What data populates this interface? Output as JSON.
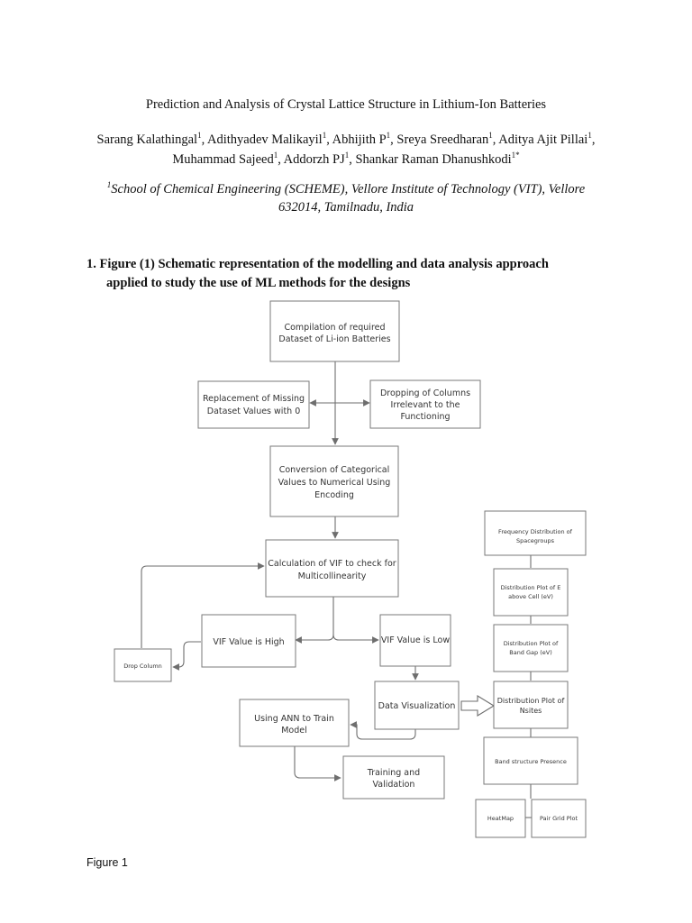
{
  "paper": {
    "title": "Prediction and Analysis of Crystal Lattice Structure in Lithium-Ion Batteries",
    "authors_line1": [
      {
        "name": "Sarang Kalathingal",
        "sup": "1"
      },
      {
        "name": "Adithyadev Malikayil",
        "sup": "1"
      },
      {
        "name": "Abhijith P",
        "sup": "1"
      },
      {
        "name": "Sreya Sreedharan",
        "sup": "1"
      },
      {
        "name": "Aditya Ajit Pillai",
        "sup": "1"
      }
    ],
    "authors_line2": [
      {
        "name": "Muhammad Sajeed",
        "sup": "1"
      },
      {
        "name": "Addorzh PJ",
        "sup": "1"
      },
      {
        "name": "Shankar Raman Dhanushkodi",
        "sup": "1*"
      }
    ],
    "affiliation_sup": "1",
    "affiliation_line1": "School of Chemical Engineering (SCHEME), Vellore Institute of Technology (VIT), Vellore",
    "affiliation_line2": "632014, Tamilnadu, India",
    "section_heading_line1": "1. Figure (1) Schematic representation of the modelling and data analysis approach",
    "section_heading_line2": "applied to study the use of ML methods for the designs",
    "figure_caption": "Figure 1"
  },
  "flowchart": {
    "compile": [
      "Compilation of required",
      "Dataset of Li-ion Batteries"
    ],
    "replace": [
      "Replacement of Missing",
      "Dataset Values with 0"
    ],
    "drop_cols": [
      "Dropping of Columns",
      "Irrelevant to the",
      "Functioning"
    ],
    "convert": [
      "Conversion of Categorical",
      "Values to Numerical Using",
      "Encoding"
    ],
    "vif_calc": [
      "Calculation of VIF to check for",
      "Multicollinearity"
    ],
    "vif_high": "VIF Value is High",
    "vif_low": "VIF Value is Low",
    "drop_column": "Drop Column",
    "data_vis": "Data Visualization",
    "ann": [
      "Using ANN to Train",
      "Model"
    ],
    "train_val": [
      "Training and",
      "Validation"
    ],
    "freq_dist": [
      "Frequency Distribution of",
      "Spacegroups"
    ],
    "dist_e": [
      "Distribution Plot of E",
      "above Cell (eV)"
    ],
    "dist_band": [
      "Distribution Plot of",
      "Band Gap (eV)"
    ],
    "dist_nsites": [
      "Distribution Plot of",
      "Nsites"
    ],
    "band_structure": "Band structure Presence",
    "heatmap": "HeatMap",
    "pair_grid": "Pair Grid Plot"
  }
}
